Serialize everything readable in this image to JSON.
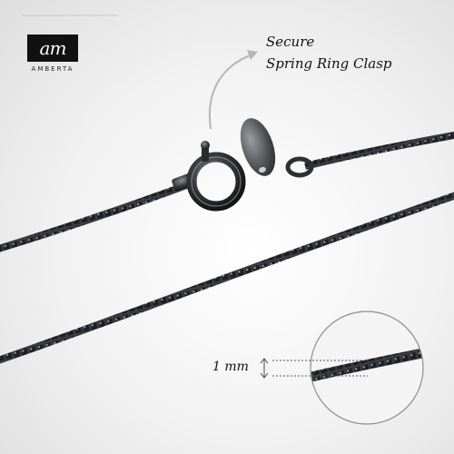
{
  "brand": {
    "logo_text": "am",
    "name": "AMBERTA"
  },
  "caption": {
    "line1": "Secure",
    "line2": "Spring Ring Clasp"
  },
  "measurement": {
    "label": "1 mm"
  }
}
